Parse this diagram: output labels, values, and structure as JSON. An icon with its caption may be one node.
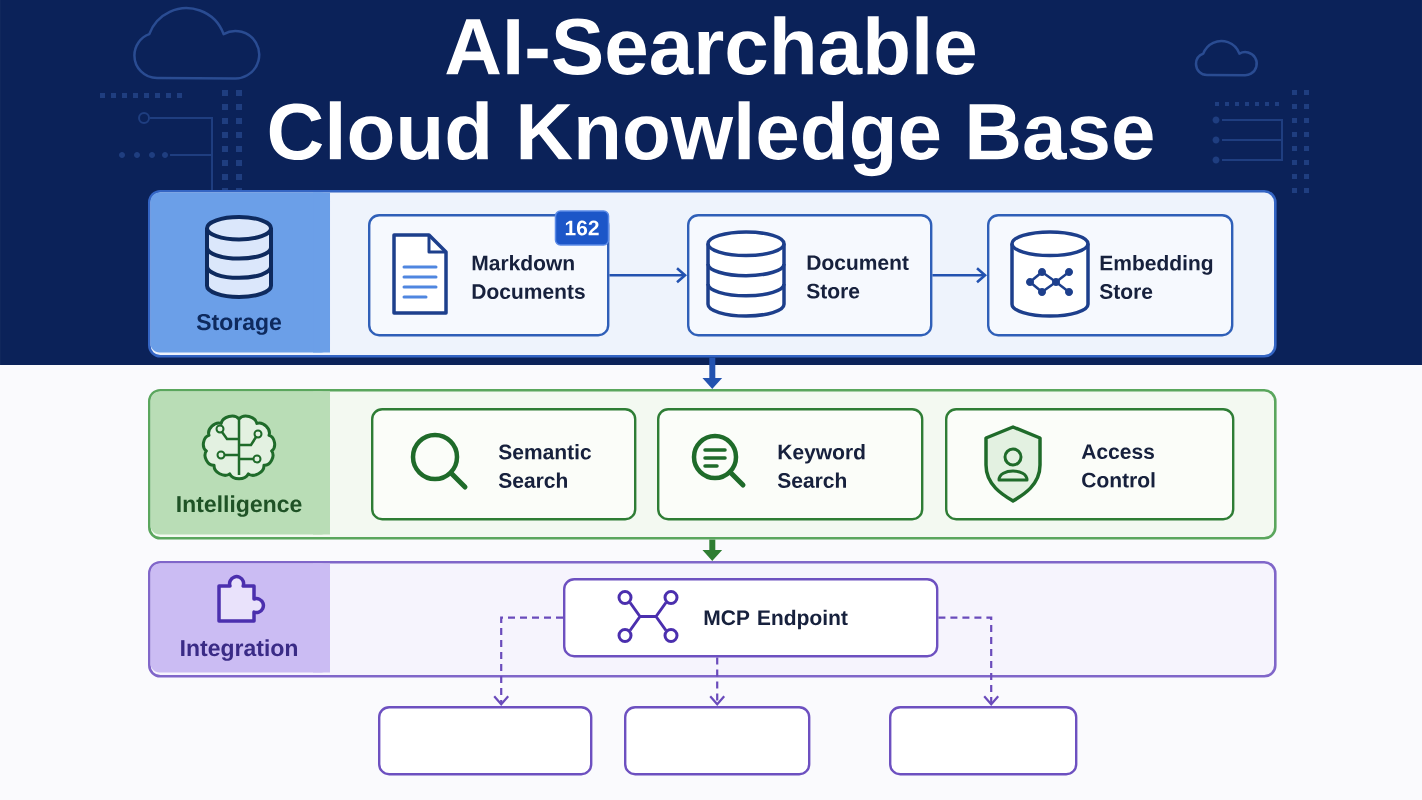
{
  "diagram": {
    "title": "AI-Searchable Cloud Knowledge Base",
    "nodes": [
      {
        "text": [
          "Storage"
        ]
      },
      {
        "text": [
          "162",
          "Markdown Documents"
        ],
        "in": 0
      },
      {
        "text": [
          "Document Store"
        ],
        "in": 0
      },
      {
        "text": [
          "Embedding Store"
        ],
        "in": 0
      },
      {
        "text": [
          "Intelligence"
        ]
      },
      {
        "text": [
          "Semantic Search"
        ],
        "in": 4
      },
      {
        "text": [
          "Keyword Search"
        ],
        "in": 4
      },
      {
        "text": [
          "Access Control"
        ],
        "in": 4
      },
      {
        "text": [
          "Integration"
        ]
      },
      {
        "text": [
          "MCP Endpoint"
        ],
        "in": 8
      },
      {
        "text": [],
        "shape": "box"
      },
      {
        "text": [],
        "shape": "box"
      },
      {
        "text": [],
        "shape": "box"
      }
    ],
    "edges": [
      {
        "from": 1,
        "to": 2,
        "arrow": "to"
      },
      {
        "from": 2,
        "to": 3,
        "arrow": "to"
      },
      {
        "from": 0,
        "to": 4,
        "arrow": "to",
        "style": "thick"
      },
      {
        "from": 4,
        "to": 8,
        "arrow": "to",
        "style": "thick",
        "color": "#2e7d32"
      },
      {
        "from": 9,
        "to": 10,
        "arrow": "to",
        "style": "dashed",
        "color": "#6a4bbb"
      },
      {
        "from": 9,
        "to": 11,
        "arrow": "to",
        "style": "dashed",
        "color": "#6a4bbb"
      },
      {
        "from": 9,
        "to": 12,
        "arrow": "to",
        "style": "dashed",
        "color": "#6a4bbb"
      }
    ]
  }
}
